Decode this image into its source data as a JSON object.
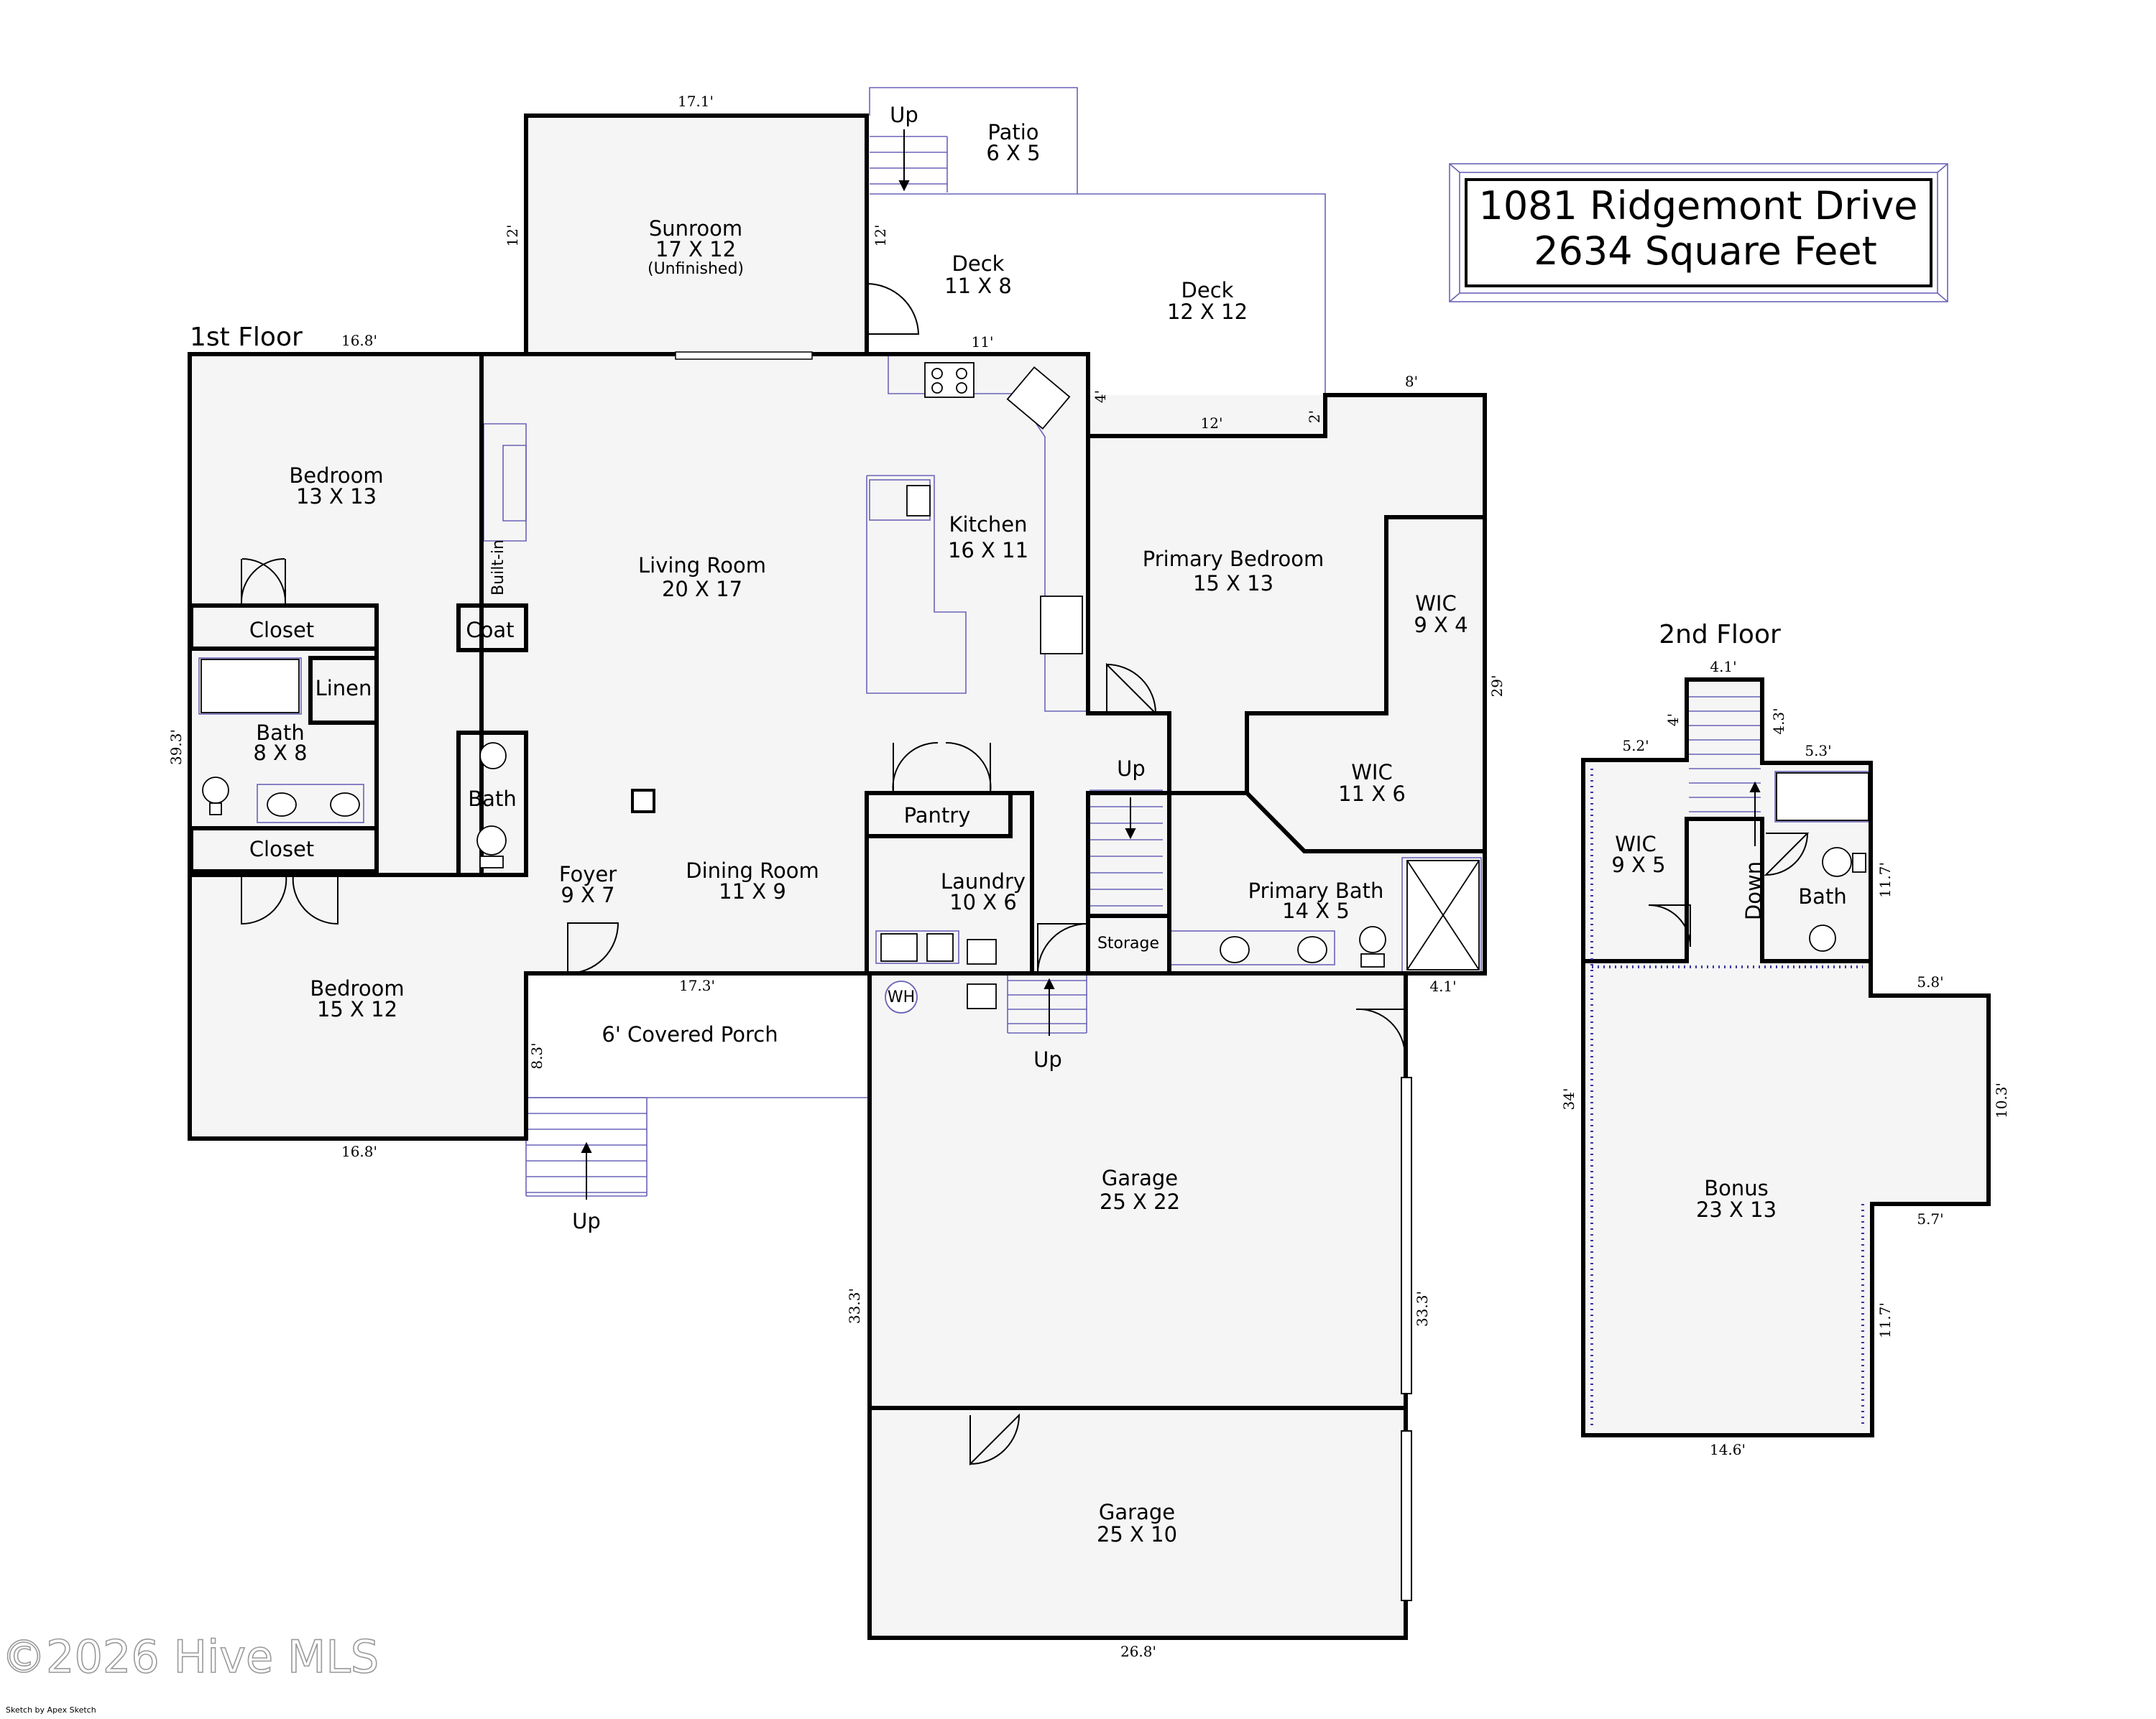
{
  "title": {
    "line1": "1081 Ridgemont Drive",
    "line2": "2634 Square Feet"
  },
  "floors": {
    "first": "1st Floor",
    "second": "2nd Floor"
  },
  "rooms": {
    "sunroom": {
      "name": "Sunroom",
      "size": "17 X 12",
      "note": "(Unfinished)"
    },
    "patio": {
      "name": "Patio",
      "size": "6 X 5"
    },
    "deck1": {
      "name": "Deck",
      "size": "11 X 8"
    },
    "deck2": {
      "name": "Deck",
      "size": "12 X 12"
    },
    "bedroom1": {
      "name": "Bedroom",
      "size": "13 X 13"
    },
    "living": {
      "name": "Living Room",
      "size": "20 X 17"
    },
    "kitchen": {
      "name": "Kitchen",
      "size": "16 X 11"
    },
    "primary_bed": {
      "name": "Primary Bedroom",
      "size": "15 X 13"
    },
    "wic1": {
      "name": "WIC",
      "size": "9 X 4"
    },
    "wic2": {
      "name": "WIC",
      "size": "11 X 6"
    },
    "closet1": {
      "name": "Closet"
    },
    "coat": {
      "name": "Coat"
    },
    "linen": {
      "name": "Linen"
    },
    "bath1": {
      "name": "Bath",
      "size": "8 X 8"
    },
    "bath2": {
      "name": "Bath"
    },
    "closet2": {
      "name": "Closet"
    },
    "pantry": {
      "name": "Pantry"
    },
    "laundry": {
      "name": "Laundry",
      "size": "10 X 6"
    },
    "storage": {
      "name": "Storage"
    },
    "primary_bath": {
      "name": "Primary Bath",
      "size": "14 X 5"
    },
    "foyer": {
      "name": "Foyer",
      "size": "9 X 7"
    },
    "dining": {
      "name": "Dining Room",
      "size": "11 X 9"
    },
    "bedroom2": {
      "name": "Bedroom",
      "size": "15 X 12"
    },
    "porch": {
      "name": "6' Covered Porch"
    },
    "garage1": {
      "name": "Garage",
      "size": "25 X 22"
    },
    "garage2": {
      "name": "Garage",
      "size": "25 X 10"
    },
    "wic3": {
      "name": "WIC",
      "size": "9 X 5"
    },
    "bath3": {
      "name": "Bath"
    },
    "bonus": {
      "name": "Bonus",
      "size": "23 X 13"
    }
  },
  "labels": {
    "builtin": "Built-in",
    "wh": "WH",
    "up": "Up",
    "down": "Down"
  },
  "dimensions": {
    "sunroom_w": "17.1'",
    "sunroom_h": "12'",
    "patio_stair": "12'",
    "bed_top": "16.8'",
    "kitchen_top": "11'",
    "kitchen_side": "4'",
    "deck_bottom": "12'",
    "deck_side": "2'",
    "primary_top": "8'",
    "left_h": "39.3'",
    "right_h": "29'",
    "porch_top": "17.3'",
    "porch_side": "8.3'",
    "bed_bottom": "16.8'",
    "garage_notch": "4.1'",
    "garage_left": "33.3'",
    "garage_right": "33.3'",
    "garage_bottom": "26.8'",
    "up_stair_top": "4.1'",
    "up_stair_side1": "4'",
    "up_stair_side2": "4.3'",
    "wic_top": "5.2'",
    "bath_top": "5.3'",
    "bath_side": "11.7'",
    "bonus_step": "5.8'",
    "bonus_right": "10.3'",
    "bonus_step2": "5.7'",
    "bonus_lower": "11.7'",
    "second_left": "34'",
    "second_bottom": "14.6'"
  },
  "watermark": "©2026 Hive MLS",
  "credit": "Sketch by Apex Sketch"
}
